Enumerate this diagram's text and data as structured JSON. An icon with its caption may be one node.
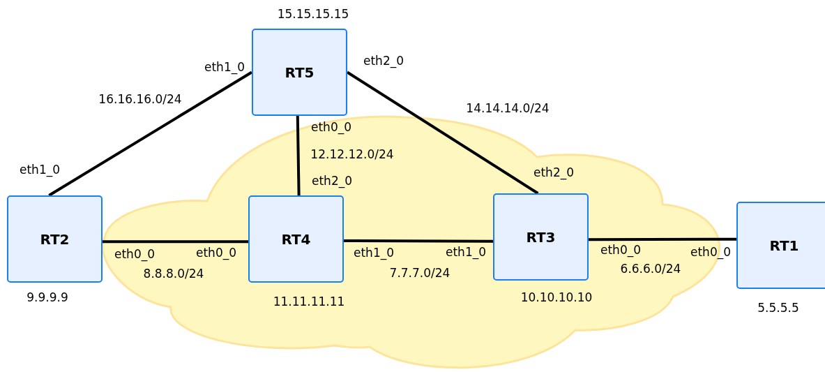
{
  "diagram": {
    "nodes": [
      {
        "text": [
          "RT5"
        ],
        "beside": [
          "15.15.15.15"
        ]
      },
      {
        "text": [
          "RT2"
        ],
        "beside": [
          "9.9.9.9"
        ]
      },
      {
        "text": [
          "RT4"
        ],
        "beside": [
          "11.11.11.11"
        ]
      },
      {
        "text": [
          "RT3"
        ],
        "beside": [
          "10.10.10.10"
        ]
      },
      {
        "text": [
          "RT1"
        ],
        "beside": [
          "5.5.5.5"
        ]
      }
    ],
    "edges": [
      {
        "from": 0,
        "to": 1,
        "arrow": "none",
        "label": "16.16.16.0/24"
      },
      {
        "from": 0,
        "to": 2,
        "arrow": "none",
        "label": "12.12.12.0/24"
      },
      {
        "from": 0,
        "to": 3,
        "arrow": "none",
        "label": "14.14.14.0/24"
      },
      {
        "from": 1,
        "to": 2,
        "arrow": "none",
        "label": "8.8.8.0/24"
      },
      {
        "from": 2,
        "to": 3,
        "arrow": "none",
        "label": "7.7.7.0/24"
      },
      {
        "from": 3,
        "to": 4,
        "arrow": "none",
        "label": "6.6.6.0/24"
      }
    ],
    "labels": [
      "eth2_0",
      "eth1_0",
      "eth0_0",
      "eth1_0",
      "eth2_0",
      "eth2_0",
      "eth0_0",
      "eth0_0",
      "eth1_0",
      "eth1_0",
      "eth0_0",
      "eth0_0"
    ]
  }
}
